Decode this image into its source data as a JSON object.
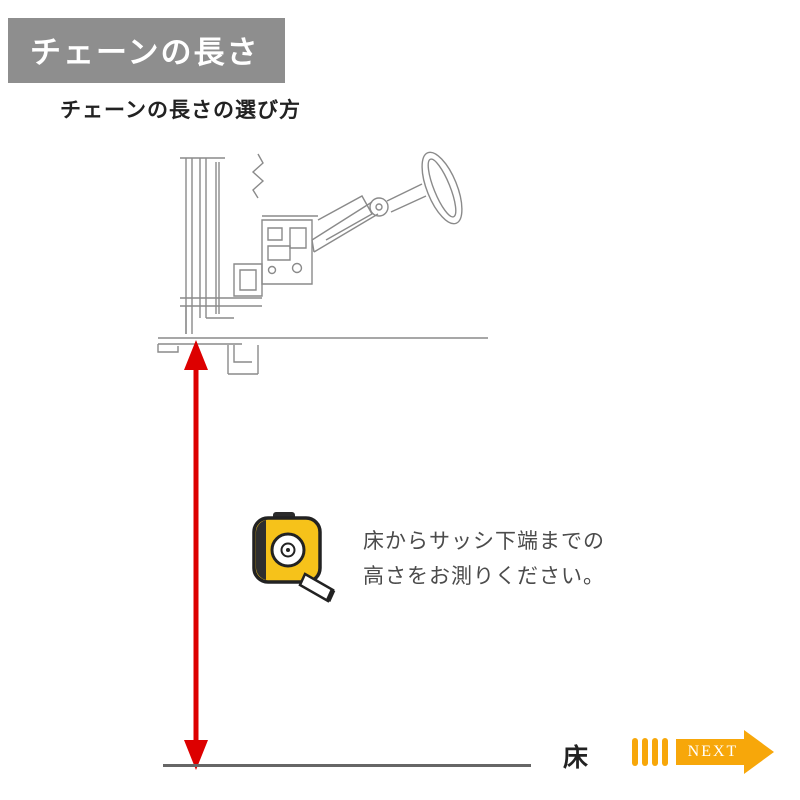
{
  "header": {
    "title": "チェーンの長さ"
  },
  "section": {
    "subtitle": "チェーンの長さの選び方"
  },
  "instruction": {
    "line1": "床からサッシ下端までの",
    "line2": "高さをお測りください。"
  },
  "floor": {
    "label": "床"
  },
  "next": {
    "label": "NEXT"
  },
  "icons": {
    "diagram": "window-sash-cross-section-drawing",
    "tape": "tape-measure-icon",
    "arrow": "measurement-red-arrow",
    "next_arrow": "next-arrow-icon"
  },
  "colors": {
    "banner_bg": "#8e8e8e",
    "banner_text": "#ffffff",
    "arrow_red": "#dd0000",
    "next_orange": "#f7a70a",
    "diagram_stroke": "#8a8a8a",
    "floor_line": "#666666",
    "text_dark": "#222222",
    "instruction_text": "#4b4b4b",
    "tape_yellow": "#f6c21a"
  }
}
